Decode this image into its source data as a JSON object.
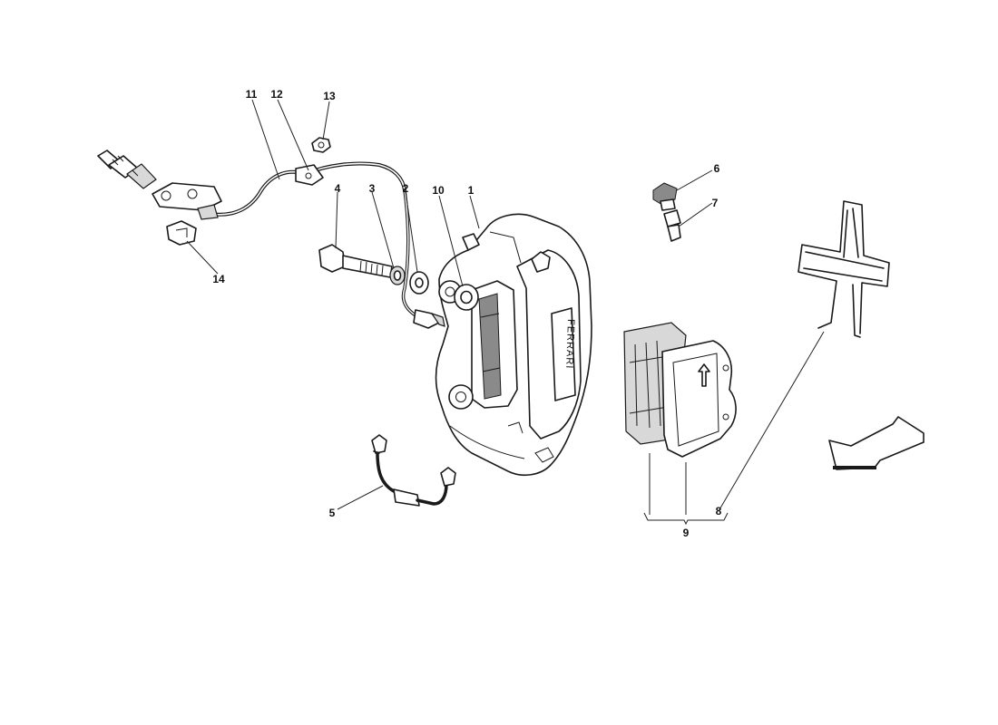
{
  "diagram": {
    "part_labels": [
      "1",
      "2",
      "3",
      "4",
      "5",
      "6",
      "7",
      "8",
      "9",
      "10",
      "11",
      "12",
      "13",
      "14"
    ],
    "brand_mark": "FERRARI"
  }
}
